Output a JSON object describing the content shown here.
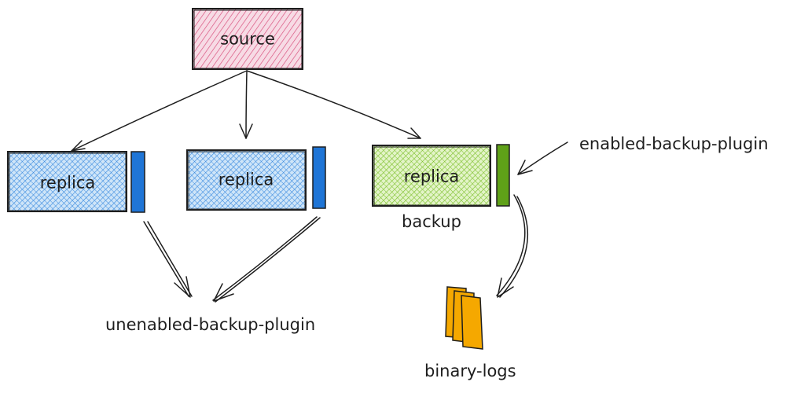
{
  "nodes": {
    "source": {
      "label": "source"
    },
    "replica_1": {
      "label": "replica"
    },
    "replica_2": {
      "label": "replica"
    },
    "replica_3": {
      "label": "replica"
    }
  },
  "labels": {
    "backup": "backup",
    "enabled_plugin": "enabled-backup-plugin",
    "unenabled_plugin": "unenabled-backup-plugin",
    "binary_logs": "binary-logs"
  },
  "colors": {
    "source_fill": "#e8a7bd",
    "replica_fill": "#8ec1ec",
    "backup_fill": "#b8e07a",
    "plugin_blue": "#1f75d6",
    "plugin_green": "#5fa118",
    "logs_fill": "#f5a800",
    "stroke": "#1e1e1e"
  }
}
